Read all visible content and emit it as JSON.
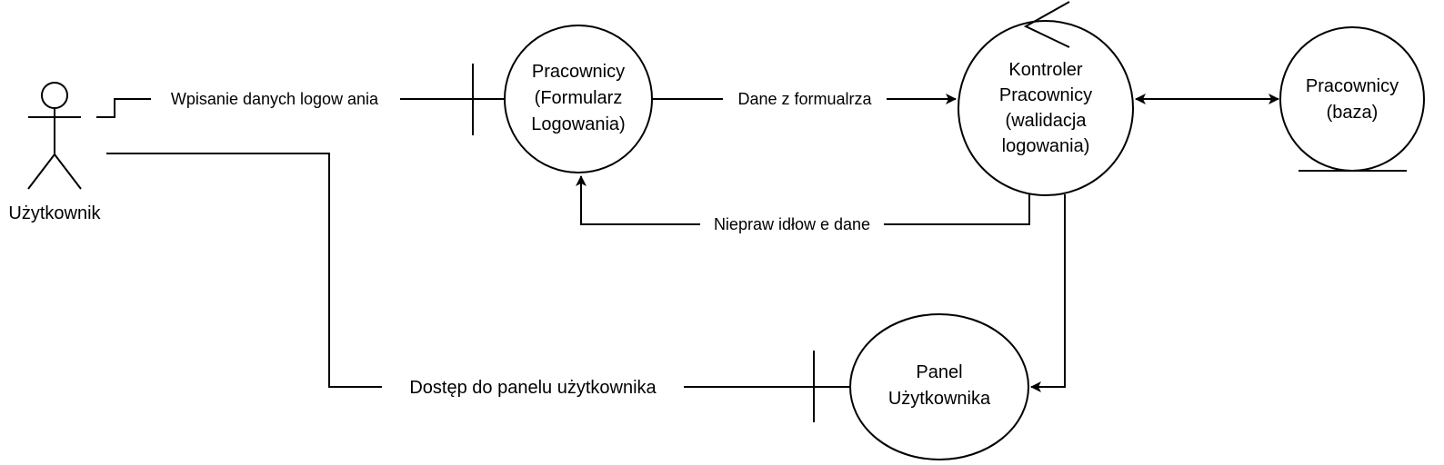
{
  "actor": {
    "label": "Użytkownik"
  },
  "nodes": {
    "form": {
      "lines": [
        "Pracownicy",
        "(Formularz",
        "Logowania)"
      ],
      "kind": "boundary"
    },
    "controller": {
      "lines": [
        "Kontroler",
        "Pracownicy",
        "(walidacja",
        "logowania)"
      ],
      "kind": "control"
    },
    "database": {
      "lines": [
        "Pracownicy",
        "(baza)"
      ],
      "kind": "entity"
    },
    "panel": {
      "lines": [
        "Panel",
        "Użytkownika"
      ],
      "kind": "boundary"
    }
  },
  "edges": {
    "login_input": "Wpisanie danych logow ania",
    "form_data": "Dane z formualrza",
    "invalid_data": "Niepraw idłow e dane",
    "panel_access": "Dostęp do panelu użytkownika"
  },
  "colors": {
    "stroke": "#000000",
    "background": "#ffffff"
  }
}
